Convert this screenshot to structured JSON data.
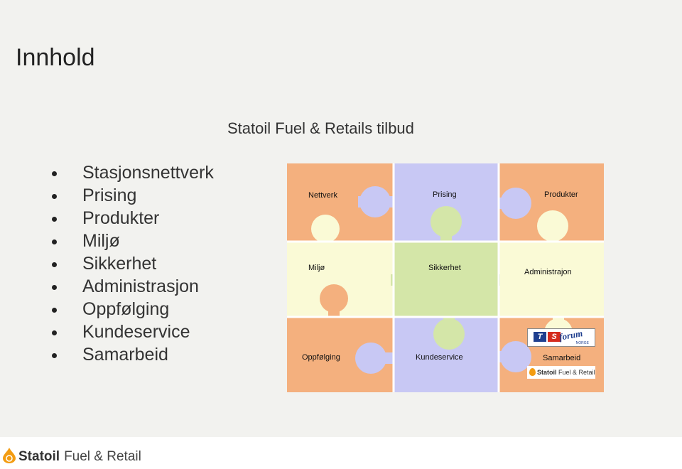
{
  "slide": {
    "title": "Innhold",
    "subtitle": "Statoil Fuel & Retails tilbud",
    "bullets": [
      "Stasjonsnettverk",
      "Prising",
      "Produkter",
      "Miljø",
      "Sikkerhet",
      "Administrasjon",
      "Oppfølging",
      "Kundeservice",
      "Samarbeid"
    ]
  },
  "puzzle": {
    "pieces": [
      {
        "label": "Nettverk",
        "color": "#f4b07e"
      },
      {
        "label": "Prising",
        "color": "#c8c8f4"
      },
      {
        "label": "Produkter",
        "color": "#f4b07e"
      },
      {
        "label": "Miljø",
        "color": "#fafad6"
      },
      {
        "label": "Sikkerhet",
        "color": "#d4e6a8"
      },
      {
        "label": "Administrajon",
        "color": "#fafad6"
      },
      {
        "label": "Oppfølging",
        "color": "#f4b07e"
      },
      {
        "label": "Kundeservice",
        "color": "#c8c8f4"
      },
      {
        "label": "Samarbeid",
        "color": "#f4b07e"
      }
    ],
    "logos": {
      "ts_forum": {
        "t": "T",
        "s": "S",
        "forum": "forum",
        "norge": "NORGE"
      },
      "statoil_small": {
        "brand": "Statoil",
        "rest": "Fuel & Retail"
      }
    }
  },
  "footer": {
    "brand": "Statoil",
    "rest": "Fuel & Retail",
    "drop_color": "#f39c12"
  }
}
